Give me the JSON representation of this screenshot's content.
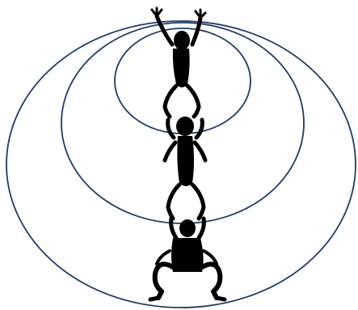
{
  "diagram": {
    "type": "nested-ellipses-with-stacked-figures",
    "ring_count": 3,
    "figure_count": 3,
    "colors": {
      "ring_stroke": "#1f3a68",
      "figure_fill": "#000000",
      "background": "#ffffff"
    }
  }
}
